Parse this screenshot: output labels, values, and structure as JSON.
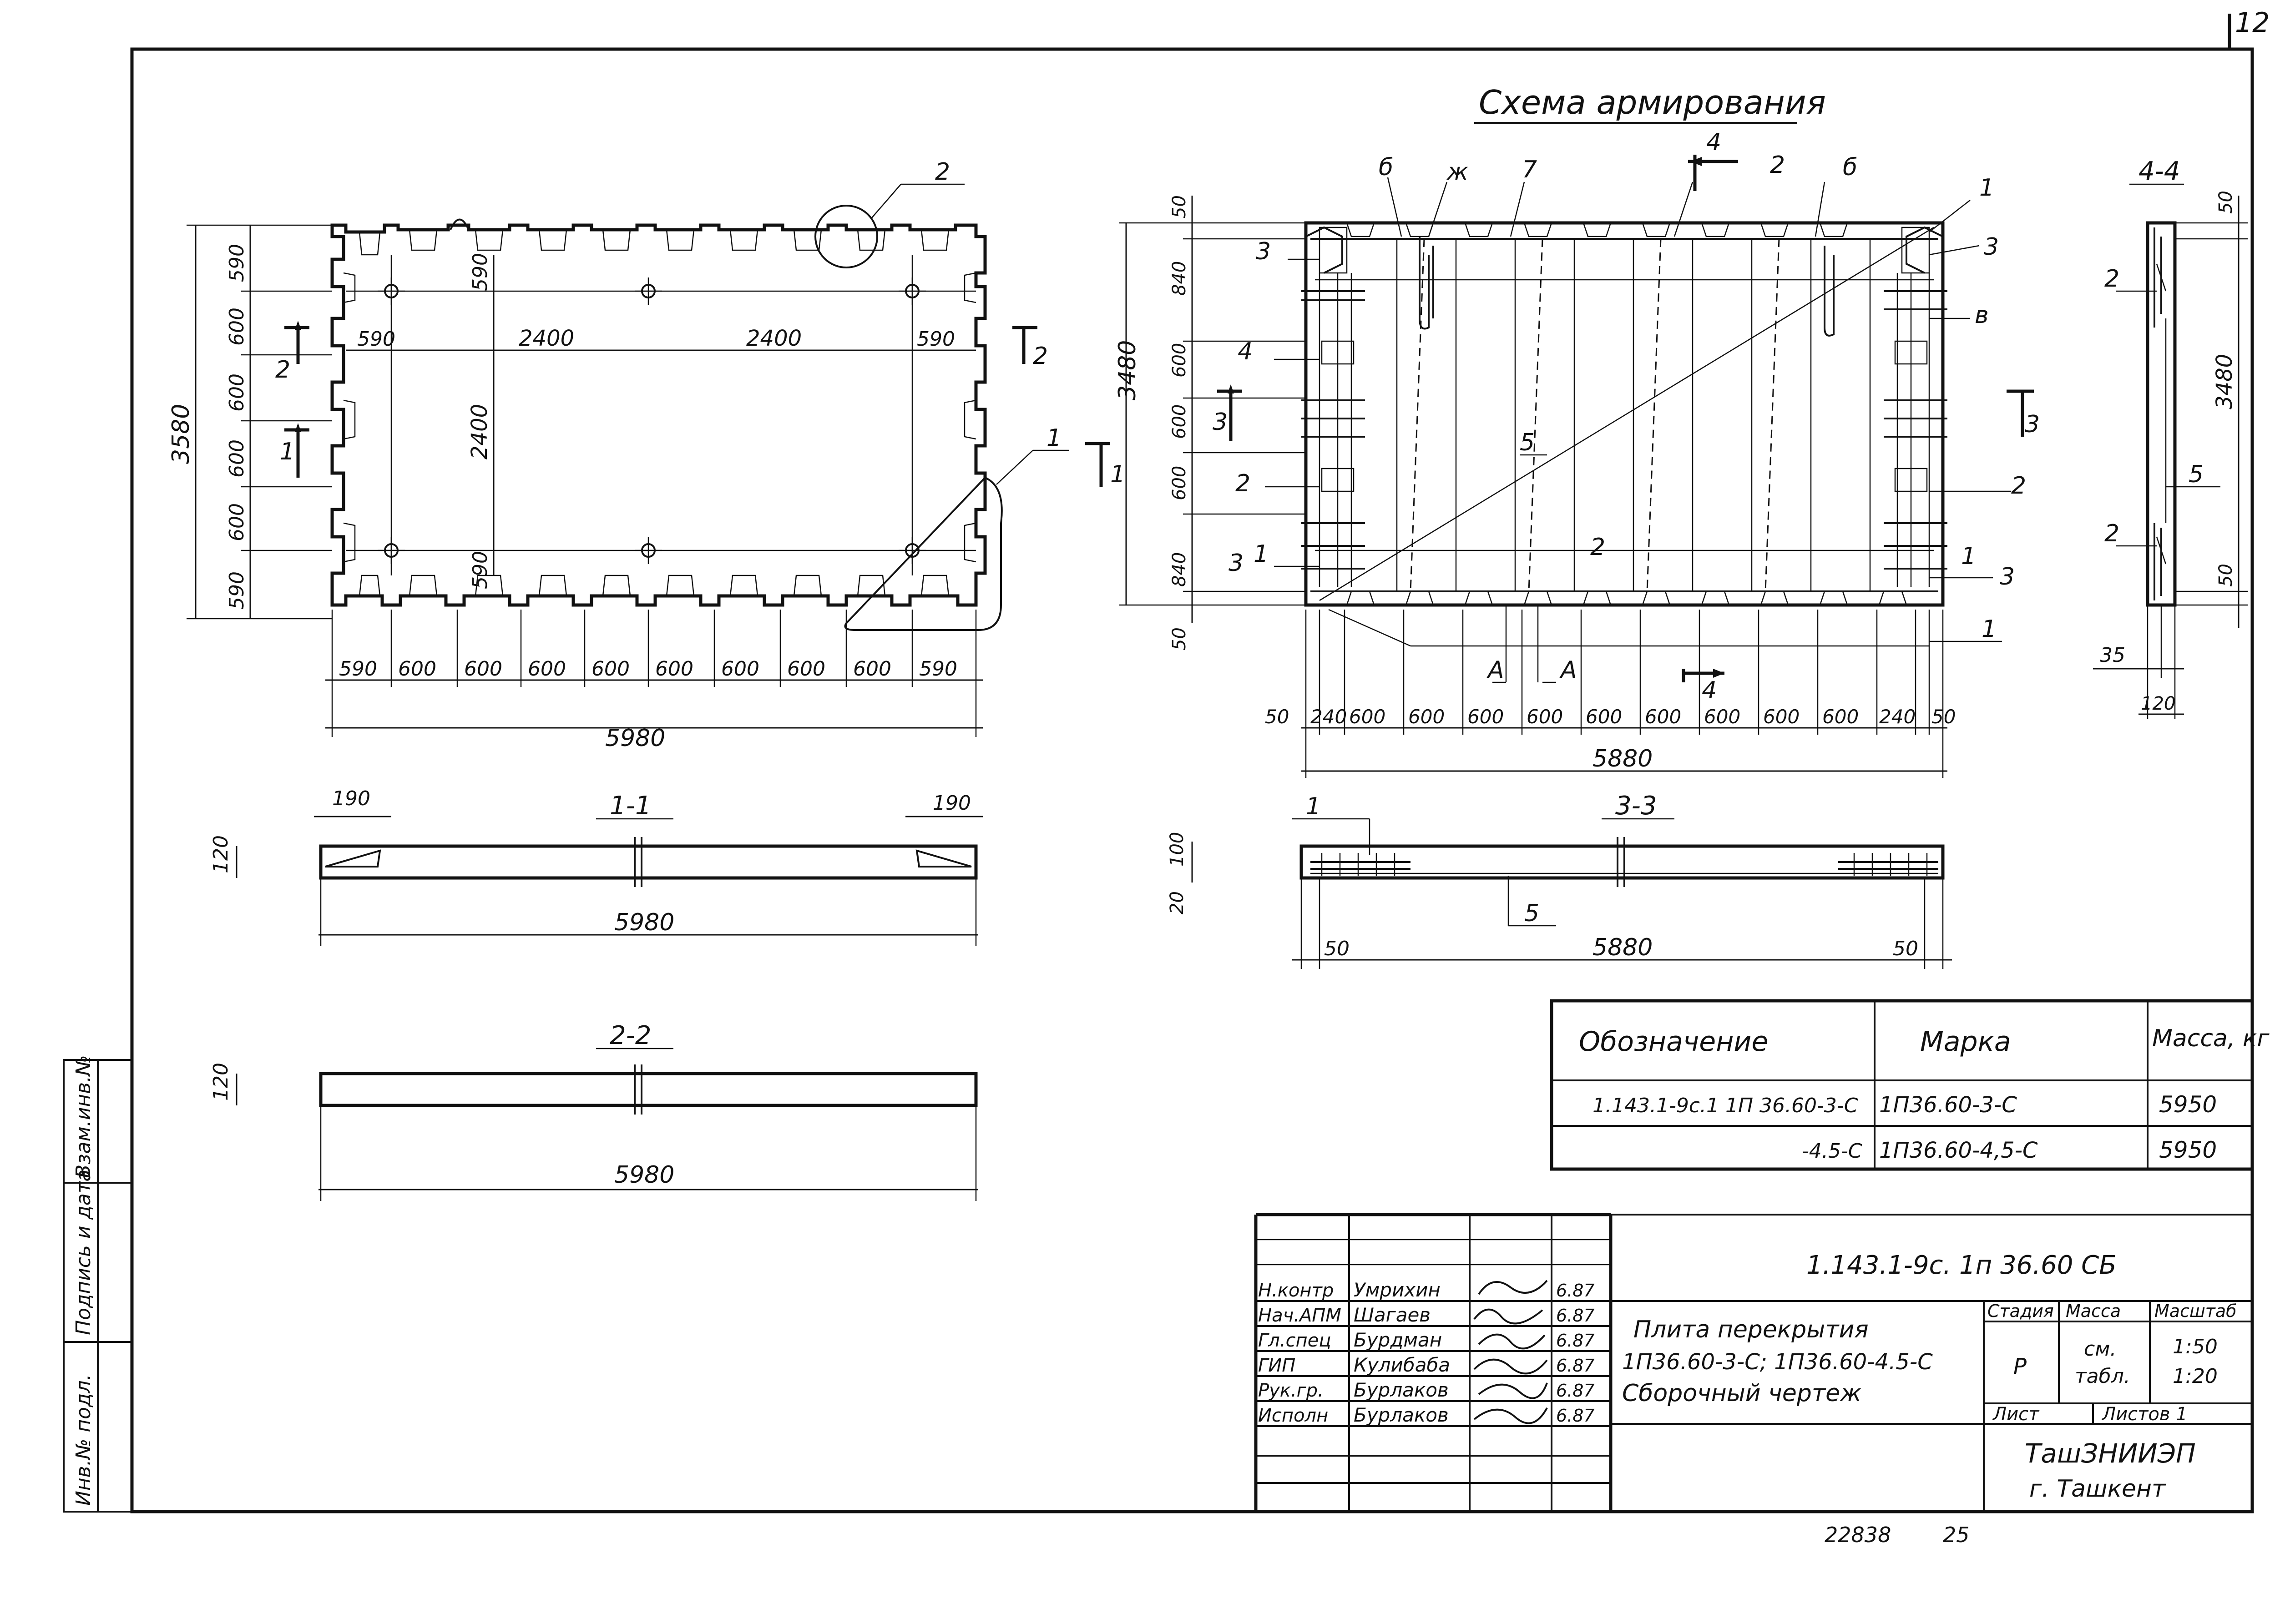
{
  "sheet": {
    "page_number": "12",
    "footer_number": "22838",
    "footer_page": "25"
  },
  "armature": {
    "title": "Схема армирования"
  },
  "plan": {
    "label_2": "2",
    "label_1": "1",
    "cut_2": "2",
    "cut_1": "1",
    "dims_bottom": [
      "590",
      "600",
      "600",
      "600",
      "600",
      "600",
      "600",
      "600",
      "600",
      "590"
    ],
    "total_width": "5980",
    "dims_left": [
      "590",
      "600",
      "600",
      "600",
      "600",
      "590"
    ],
    "total_height": "3580",
    "inner_top": [
      "590",
      "2400",
      "2400",
      "590"
    ],
    "inner_vertical": "2400",
    "inner_590_top": "590",
    "inner_590_bottom": "590"
  },
  "section11": {
    "title": "1-1",
    "dim_left": "190",
    "dim_right": "190",
    "thickness": "120",
    "length": "5980"
  },
  "section22": {
    "title": "2-2",
    "thickness": "120",
    "length": "5980"
  },
  "section33": {
    "title": "3-3",
    "label_1": "1",
    "label_5": "5",
    "dim_100": "100",
    "dim_20": "20",
    "dim_50_left": "50",
    "dim_50_right": "50",
    "length": "5880"
  },
  "section44": {
    "title": "4-4",
    "dim_50_top": "50",
    "dim_3480": "3480",
    "dim_50_bottom": "50",
    "dim_35": "35",
    "dim_120": "120",
    "label_2_top": "2",
    "label_5": "5",
    "label_2_bottom": "2"
  },
  "reinf": {
    "labels_top": [
      "б",
      "ж",
      "7",
      "4",
      "2",
      "б",
      "1"
    ],
    "labels_left": [
      "3",
      "4",
      "3",
      "2",
      "3",
      "1"
    ],
    "labels_right": [
      "3",
      "в",
      "3",
      "2",
      "1",
      "3"
    ],
    "labels_inner": [
      "5",
      "2",
      "А",
      "А",
      "4",
      "1"
    ],
    "dims_left": [
      "50",
      "840",
      "600",
      "600",
      "600",
      "840",
      "50"
    ],
    "total_height": "3480",
    "dims_bottom": [
      "50",
      "240",
      "600",
      "600",
      "600",
      "600",
      "600",
      "600",
      "600",
      "600",
      "600",
      "240",
      "50"
    ],
    "total_width": "5880"
  },
  "marks_table": {
    "headers": [
      "Обозначение",
      "Марка",
      "Масса, кг"
    ],
    "rows": [
      [
        "1.143.1-9с.1 1П 36.60-3-С",
        "1П36.60-3-С",
        "5950"
      ],
      [
        "-4.5-С",
        "1П36.60-4,5-С",
        "5950"
      ]
    ]
  },
  "title_block": {
    "doc_code": "1.143.1-9с.   1п 36.60 СБ",
    "roles": [
      "Н.контр",
      "Нач.АПМ",
      "Гл.спец",
      "ГИП",
      "Рук.гр.",
      "Исполн"
    ],
    "names": [
      "Умрихин",
      "Шагаев",
      "Бурдман",
      "Кулибаба",
      "Бурлаков",
      "Бурлаков"
    ],
    "dates": [
      "6.87",
      "6.87",
      "6.87",
      "6.87",
      "6.87",
      "6.87"
    ],
    "name_lines": [
      "Плита перекрытия",
      "1П36.60-3-С; 1П36.60-4.5-С",
      "Сборочный чертеж"
    ],
    "stage_header": "Стадия",
    "mass_header": "Масса",
    "scale_header": "Масштаб",
    "stage_value": "Р",
    "mass_value_1": "см.",
    "mass_value_2": "табл.",
    "scale_value_1": "1:50",
    "scale_value_2": "1:20",
    "sheet_label": "Лист",
    "sheets_label": "Листов 1",
    "org_1": "ТашЗНИИЭП",
    "org_2": "г. Ташкент"
  },
  "side_stamp": {
    "labels": [
      "Инв.№ подл.",
      "Подпись и дата",
      "Взам.инв.№"
    ]
  }
}
